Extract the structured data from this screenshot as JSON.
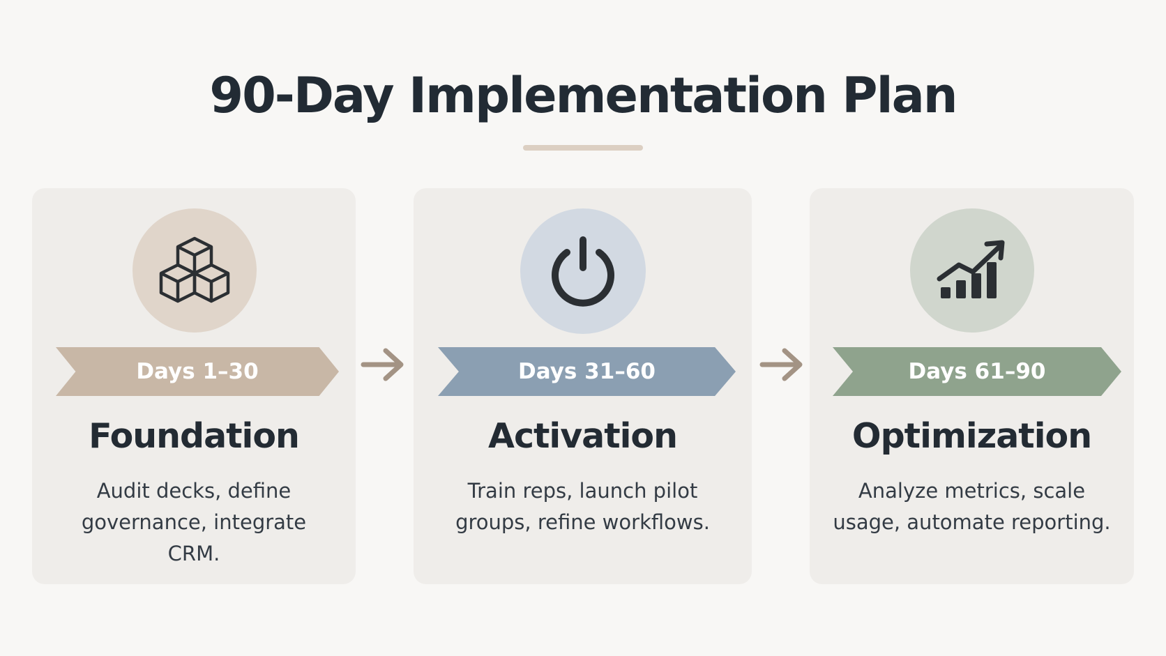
{
  "title": "90-Day Implementation Plan",
  "colors": {
    "background": "#f8f7f5",
    "card": "#efedea",
    "title_underline": "#dccfc2",
    "arrow": "#a39384",
    "phase1_ribbon": "#c8b7a6",
    "phase2_ribbon": "#8b9fb2",
    "phase3_ribbon": "#8fa38d"
  },
  "phases": [
    {
      "icon": "cubes-icon",
      "days": "Days 1–30",
      "name": "Foundation",
      "description": "Audit decks, define governance, integrate CRM."
    },
    {
      "icon": "power-icon",
      "days": "Days 31–60",
      "name": "Activation",
      "description": "Train reps, launch pilot groups, refine workflows."
    },
    {
      "icon": "growth-chart-icon",
      "days": "Days 61–90",
      "name": "Optimization",
      "description": "Analyze metrics, scale usage, automate reporting."
    }
  ]
}
